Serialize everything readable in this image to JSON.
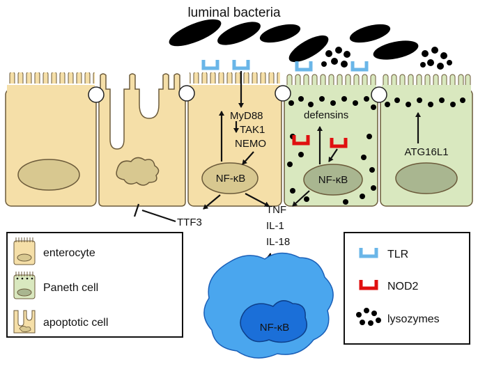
{
  "title": "luminal bacteria",
  "cells": {
    "myd88": "MyD88",
    "tak1": "TAK1",
    "nemo": "NEMO",
    "nfkb_enterocyte": "NF-κB",
    "nfkb_paneth": "NF-κB",
    "nfkb_immune": "NF-κB",
    "defensins": "defensins",
    "atg16l1": "ATG16L1",
    "ttf3": "TTF3",
    "cytokines": [
      "TNF",
      "IL-1",
      "IL-18"
    ]
  },
  "left_legend": {
    "items": [
      {
        "label": "enterocyte"
      },
      {
        "label": "Paneth cell"
      },
      {
        "label": "apoptotic cell"
      }
    ]
  },
  "right_legend": {
    "items": [
      {
        "label": "TLR",
        "color": "#6ab6e8"
      },
      {
        "label": "NOD2",
        "color": "#e01010"
      },
      {
        "label": "lysozymes",
        "color": "#000000"
      }
    ]
  },
  "colors": {
    "enterocyte": "#f5dfa8",
    "paneth": "#d9e8bf",
    "nucleus_enterocyte": "#d8c890",
    "nucleus_paneth": "#a9b690",
    "immune_outer": "#4aa6ee",
    "immune_inner": "#1b6fd8"
  }
}
